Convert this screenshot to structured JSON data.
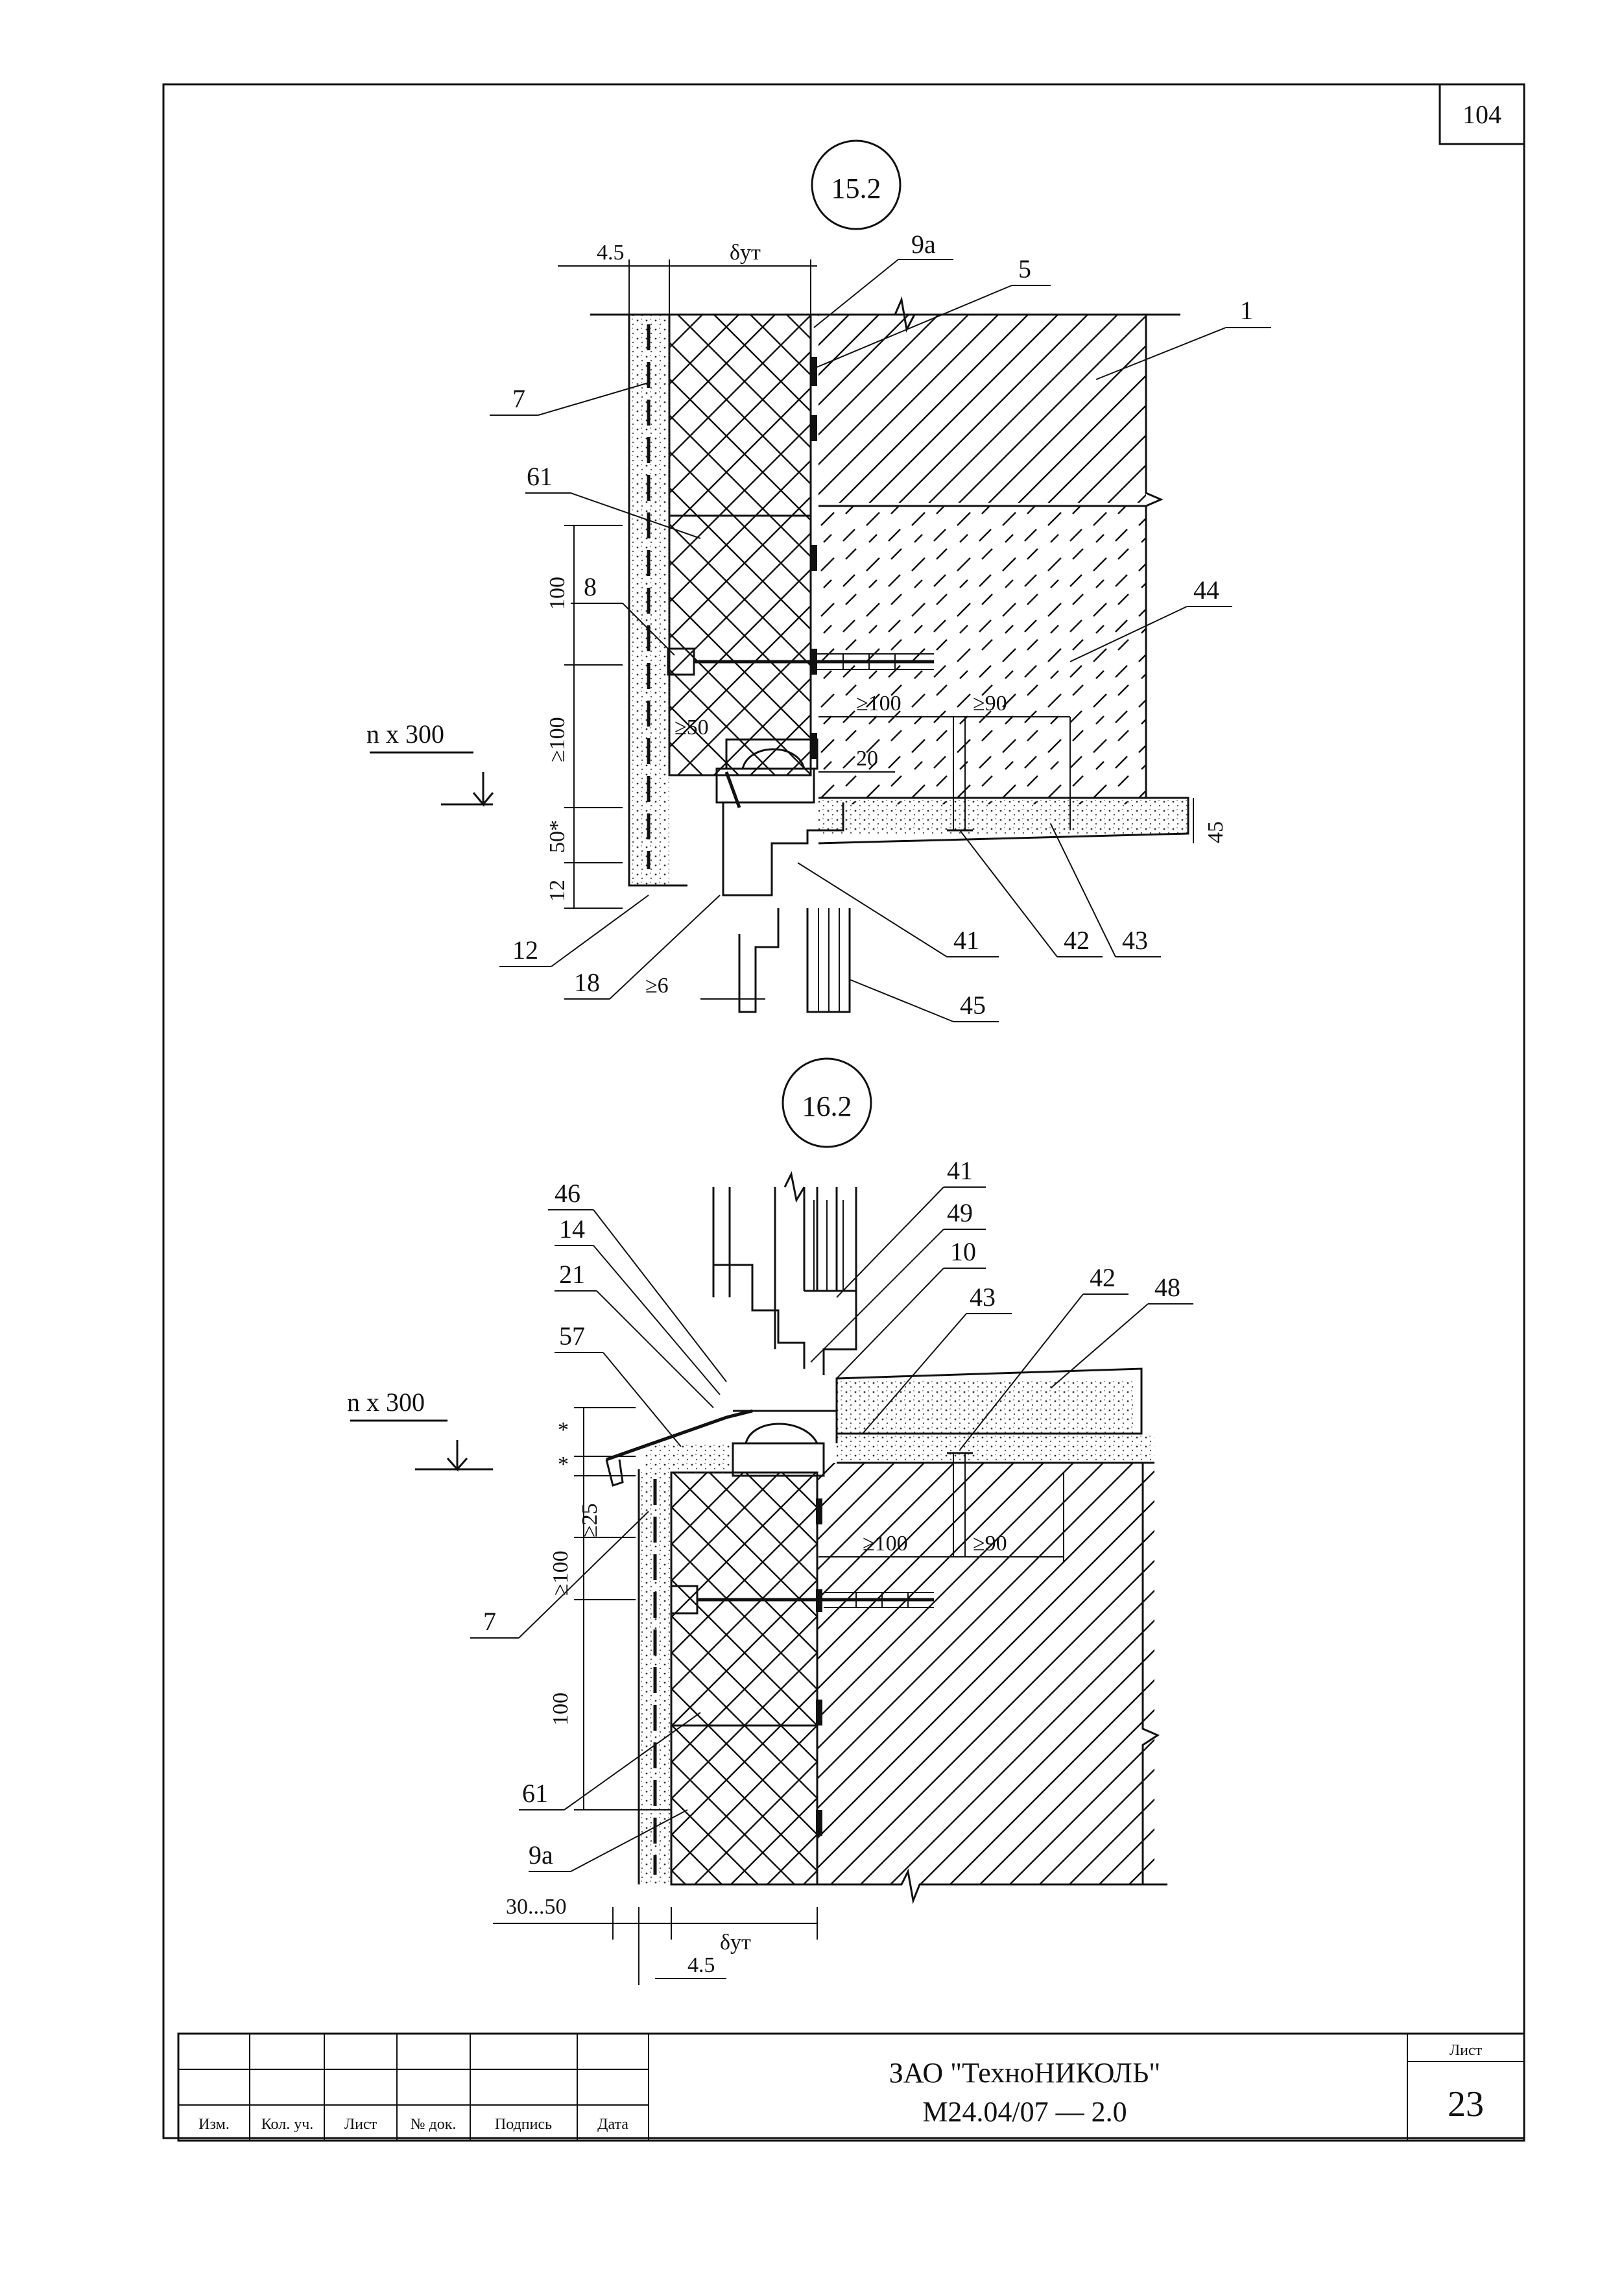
{
  "sheet_number_corner": "104",
  "detail_top": {
    "id": "15.2",
    "dims": {
      "d1": "4.5",
      "d2": "δут",
      "d3": "100",
      "d4": "≥100",
      "d5": "50*",
      "d6": "12",
      "d7": "≥50",
      "d8": "≥100",
      "d9": "≥90",
      "d10": "20",
      "d11": "45",
      "d12": "≥6"
    },
    "level_mark": "n x 300",
    "callouts": [
      "9а",
      "5",
      "1",
      "7",
      "61",
      "8",
      "44",
      "12",
      "18",
      "41",
      "42",
      "43",
      "45"
    ]
  },
  "detail_bottom": {
    "id": "16.2",
    "dims": {
      "d1": "*",
      "d2": "*",
      "d3": "≥25",
      "d4": "≥100",
      "d5": "100",
      "d6": "≥100",
      "d7": "≥90",
      "d8": "30...50",
      "d9": "δут",
      "d10": "4.5"
    },
    "level_mark": "n x 300",
    "callouts": [
      "46",
      "14",
      "21",
      "57",
      "41",
      "49",
      "10",
      "43",
      "42",
      "48",
      "7",
      "61",
      "9а"
    ]
  },
  "title_block": {
    "columns": [
      "Изм.",
      "Кол. уч.",
      "Лист",
      "№ док.",
      "Подпись",
      "Дата"
    ],
    "company": "ЗАО \"ТехноНИКОЛЬ\"",
    "doc_code": "М24.04/07 — 2.0",
    "sheet_label": "Лист",
    "sheet_no": "23"
  }
}
